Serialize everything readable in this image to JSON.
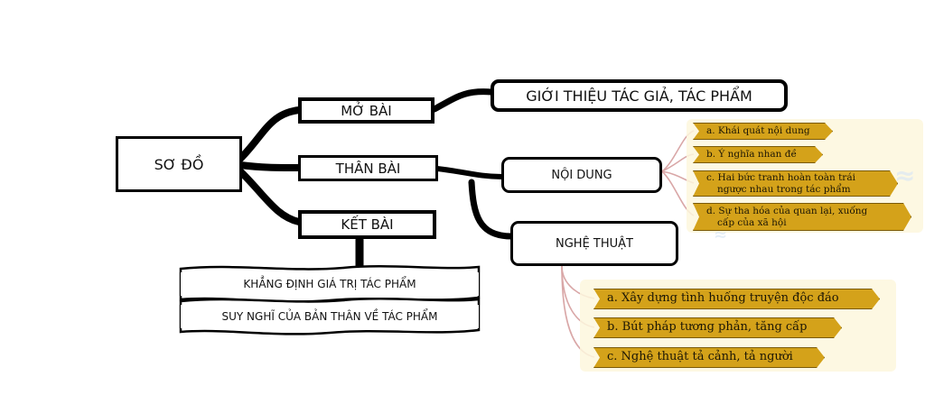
{
  "diagram": {
    "root": {
      "label": "SƠ ĐỒ"
    },
    "mo_bai": {
      "label": "MỞ BÀI",
      "child": "GIỚI THIỆU TÁC GIẢ, TÁC PHẨM"
    },
    "than_bai": {
      "label": "THÂN BÀI",
      "noi_dung": {
        "label": "NỘI DUNG",
        "items": [
          "a. Khái quát nội dung",
          "b. Ý nghĩa nhan đề",
          [
            "c. Hai bức tranh hoàn toàn trái",
            "ngược nhau trong tác phẩm"
          ],
          [
            "d. Sự tha hóa của quan lại, xuống",
            "cấp của xã hội"
          ]
        ]
      },
      "nghe_thuat": {
        "label": "NGHỆ THUẬT",
        "items": [
          "a. Xây dựng tình huống truyện độc đáo",
          "b. Bút pháp tương phản, tăng cấp",
          "c. Nghệ thuật tả cảnh, tả người"
        ]
      }
    },
    "ket_bai": {
      "label": "KẾT BÀI",
      "items": [
        "KHẲNG ĐỊNH GIÁ TRỊ TÁC PHẨM",
        "SUY NGHĨ CỦA BẢN THÂN VỀ TÁC PHẨM"
      ]
    }
  },
  "colors": {
    "line": "#000000",
    "tag_fill": "#d4a21a",
    "tag_connector": "#d9a7a7"
  }
}
